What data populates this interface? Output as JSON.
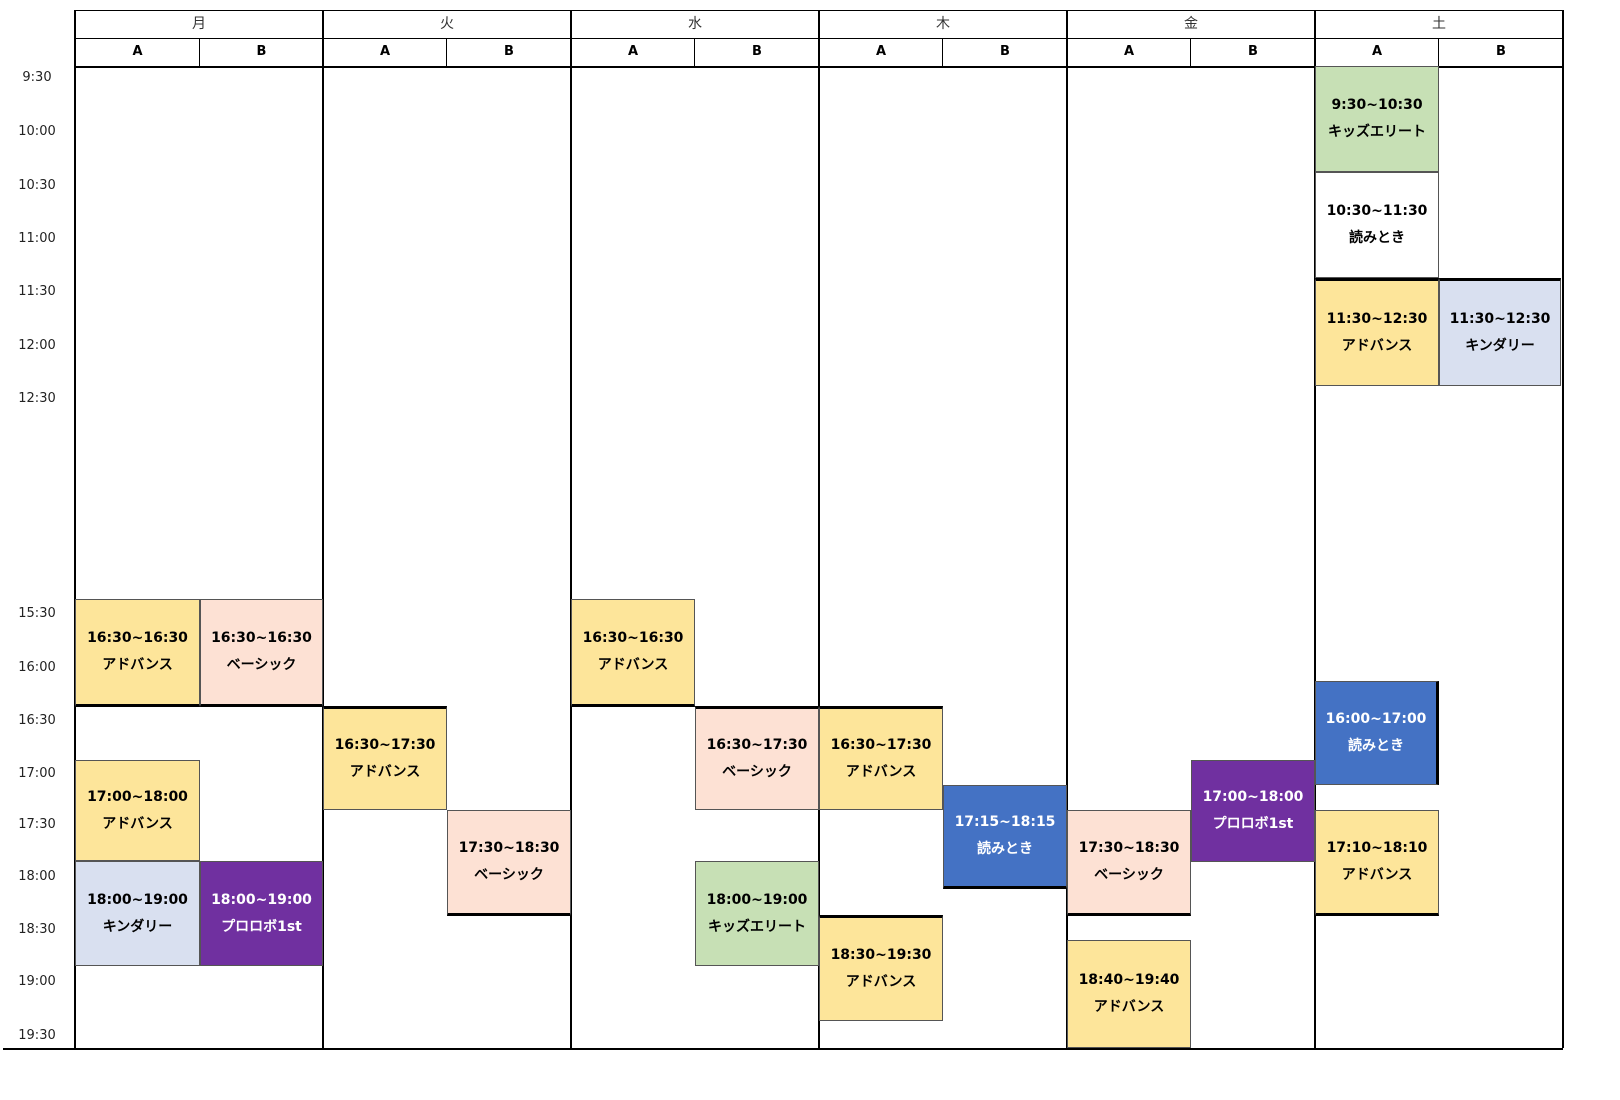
{
  "days": [
    "月",
    "火",
    "水",
    "木",
    "金",
    "土"
  ],
  "sub_labels": [
    "A",
    "B"
  ],
  "times": [
    "9:30",
    "10:00",
    "10:30",
    "11:00",
    "11:30",
    "12:00",
    "12:30",
    "15:30",
    "16:00",
    "16:30",
    "17:00",
    "17:30",
    "18:00",
    "18:30",
    "19:00",
    "19:30"
  ],
  "classes": [
    {
      "day": 0,
      "col": "A",
      "time": "16:30~16:30",
      "label": "16:30~16:30",
      "name": "アドバンス",
      "color": "yellow"
    },
    {
      "day": 0,
      "col": "B",
      "label": "16:30~16:30",
      "name": "ベーシック",
      "color": "pink"
    },
    {
      "day": 0,
      "col": "A",
      "label": "17:00~18:00",
      "name": "アドバンス",
      "color": "yellow"
    },
    {
      "day": 0,
      "col": "A",
      "label": "18:00~19:00",
      "name": "キンダリー",
      "color": "lavender"
    },
    {
      "day": 0,
      "col": "B",
      "label": "18:00~19:00",
      "name": "プロロボ1st",
      "color": "purple"
    },
    {
      "day": 1,
      "col": "A",
      "label": "16:30~17:30",
      "name": "アドバンス",
      "color": "yellow"
    },
    {
      "day": 1,
      "col": "B",
      "label": "17:30~18:30",
      "name": "ベーシック",
      "color": "pink"
    },
    {
      "day": 2,
      "col": "A",
      "label": "16:30~16:30",
      "name": "アドバンス",
      "color": "yellow"
    },
    {
      "day": 2,
      "col": "B",
      "label": "16:30~17:30",
      "name": "ベーシック",
      "color": "pink"
    },
    {
      "day": 2,
      "col": "B",
      "label": "18:00~19:00",
      "name": "キッズエリート",
      "color": "green"
    },
    {
      "day": 3,
      "col": "A",
      "label": "16:30~17:30",
      "name": "アドバンス",
      "color": "yellow"
    },
    {
      "day": 3,
      "col": "B",
      "label": "17:15~18:15",
      "name": "読みとき",
      "color": "blue"
    },
    {
      "day": 3,
      "col": "A",
      "label": "18:30~19:30",
      "name": "アドバンス",
      "color": "yellow"
    },
    {
      "day": 4,
      "col": "A",
      "label": "17:30~18:30",
      "name": "ベーシック",
      "color": "pink"
    },
    {
      "day": 4,
      "col": "B",
      "label": "17:00~18:00",
      "name": "プロロボ1st",
      "color": "purple"
    },
    {
      "day": 4,
      "col": "A",
      "label": "18:40~19:40",
      "name": "アドバンス",
      "color": "yellow"
    },
    {
      "day": 5,
      "col": "A",
      "label": "9:30~10:30",
      "name": "キッズエリート",
      "color": "green"
    },
    {
      "day": 5,
      "col": "A",
      "label": "10:30~11:30",
      "name": "読みとき",
      "color": "white"
    },
    {
      "day": 5,
      "col": "A",
      "label": "11:30~12:30",
      "name": "アドバンス",
      "color": "yellow"
    },
    {
      "day": 5,
      "col": "B",
      "label": "11:30~12:30",
      "name": "キンダリー",
      "color": "lavender"
    },
    {
      "day": 5,
      "col": "A",
      "label": "16:00~17:00",
      "name": "読みとき",
      "color": "blue"
    },
    {
      "day": 5,
      "col": "A",
      "label": "17:10~18:10",
      "name": "アドバンス",
      "color": "yellow"
    }
  ],
  "colors": {
    "yellow": "#fde59a",
    "pink": "#fde1d4",
    "green": "#c7e0b5",
    "lavender": "#d9e0f0",
    "white": "#ffffff",
    "purple": "#7030a0",
    "blue": "#4472c4"
  }
}
